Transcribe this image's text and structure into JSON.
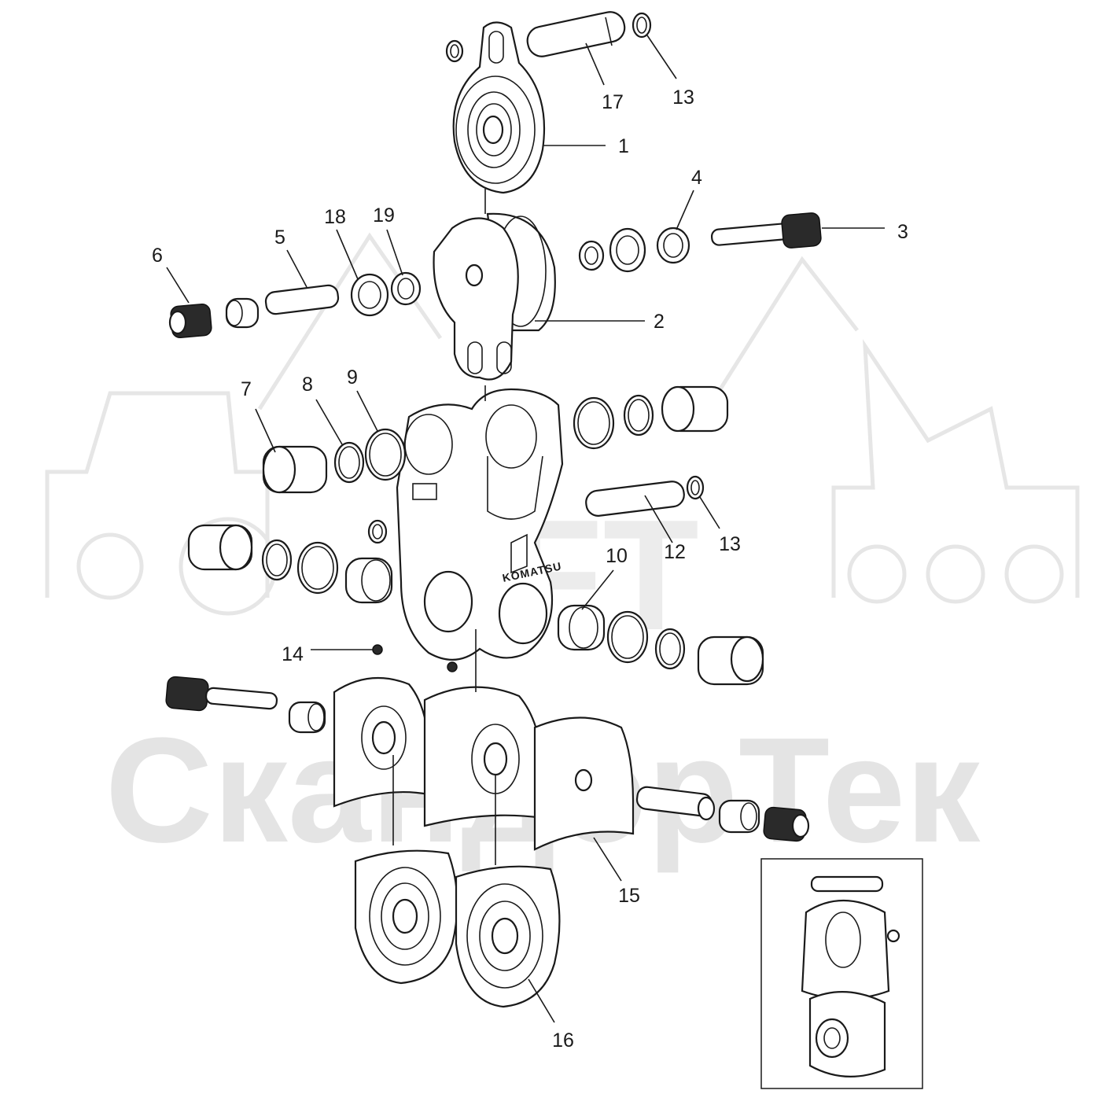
{
  "watermark": {
    "text": "СкандорТек",
    "logo": "SFT"
  },
  "brand_label": "KOMATSU",
  "callouts": [
    {
      "id": "c1",
      "label": "1"
    },
    {
      "id": "c2",
      "label": "2"
    },
    {
      "id": "c3",
      "label": "3"
    },
    {
      "id": "c4",
      "label": "4"
    },
    {
      "id": "c5",
      "label": "5"
    },
    {
      "id": "c6",
      "label": "6"
    },
    {
      "id": "c7",
      "label": "7"
    },
    {
      "id": "c8",
      "label": "8"
    },
    {
      "id": "c9",
      "label": "9"
    },
    {
      "id": "c10",
      "label": "10"
    },
    {
      "id": "c12",
      "label": "12"
    },
    {
      "id": "c13a",
      "label": "13"
    },
    {
      "id": "c13b",
      "label": "13"
    },
    {
      "id": "c14",
      "label": "14"
    },
    {
      "id": "c15",
      "label": "15"
    },
    {
      "id": "c16",
      "label": "16"
    },
    {
      "id": "c17",
      "label": "17"
    },
    {
      "id": "c18",
      "label": "18"
    },
    {
      "id": "c19",
      "label": "19"
    }
  ]
}
